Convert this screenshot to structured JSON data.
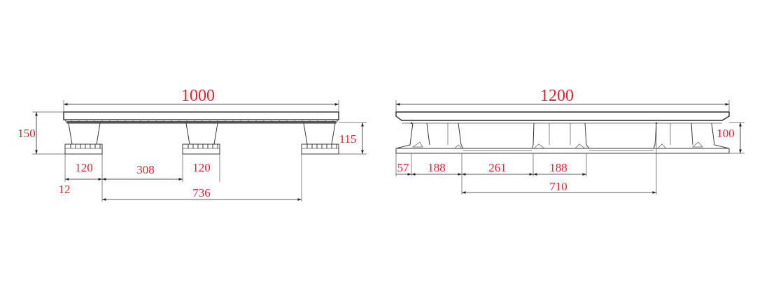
{
  "colors": {
    "line": "#3a3a3a",
    "dimension_text": "#e8212e",
    "background": "#ffffff"
  },
  "front_view": {
    "overall_width": "1000",
    "overall_height": "150",
    "foot_height": "115",
    "foot_width_left": "120",
    "foot_width_center": "120",
    "foot_gap": "308",
    "edge_offset": "12",
    "outer_span": "736"
  },
  "side_view": {
    "overall_length": "1200",
    "foot_height": "100",
    "edge_offset": "57",
    "block_left": "188",
    "opening": "261",
    "block_center": "188",
    "span": "710"
  }
}
